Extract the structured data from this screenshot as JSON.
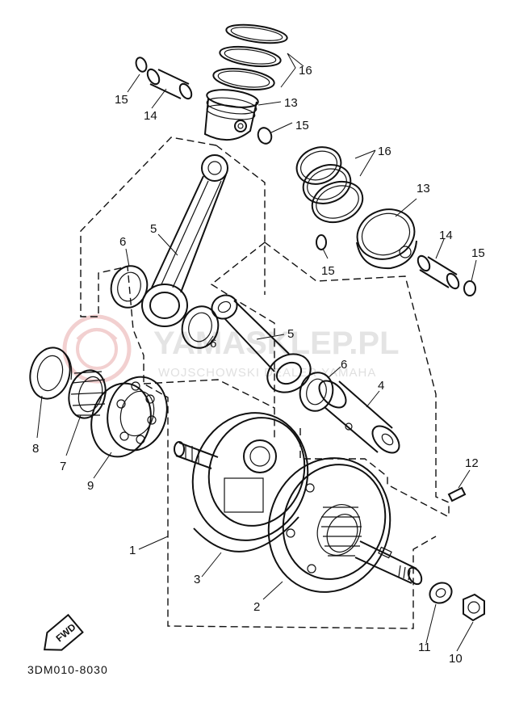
{
  "diagram": {
    "drawing_code": "3DM010-8030",
    "fwd_label": "FWD",
    "watermark": {
      "line1": "YAMASKLEP.PL",
      "line2": "WOJSCHOWSKI DEALER YAMAHA"
    },
    "callouts": {
      "c1": "1",
      "c2": "2",
      "c3": "3",
      "c4": "4",
      "c5a": "5",
      "c5b": "5",
      "c6a": "6",
      "c6b": "6",
      "c6c": "6",
      "c7": "7",
      "c8": "8",
      "c9": "9",
      "c10": "10",
      "c11": "11",
      "c12": "12",
      "c13a": "13",
      "c13b": "13",
      "c14a": "14",
      "c14b": "14",
      "c15a": "15",
      "c15b": "15",
      "c15c": "15",
      "c15d": "15",
      "c16a": "16",
      "c16b": "16"
    }
  }
}
